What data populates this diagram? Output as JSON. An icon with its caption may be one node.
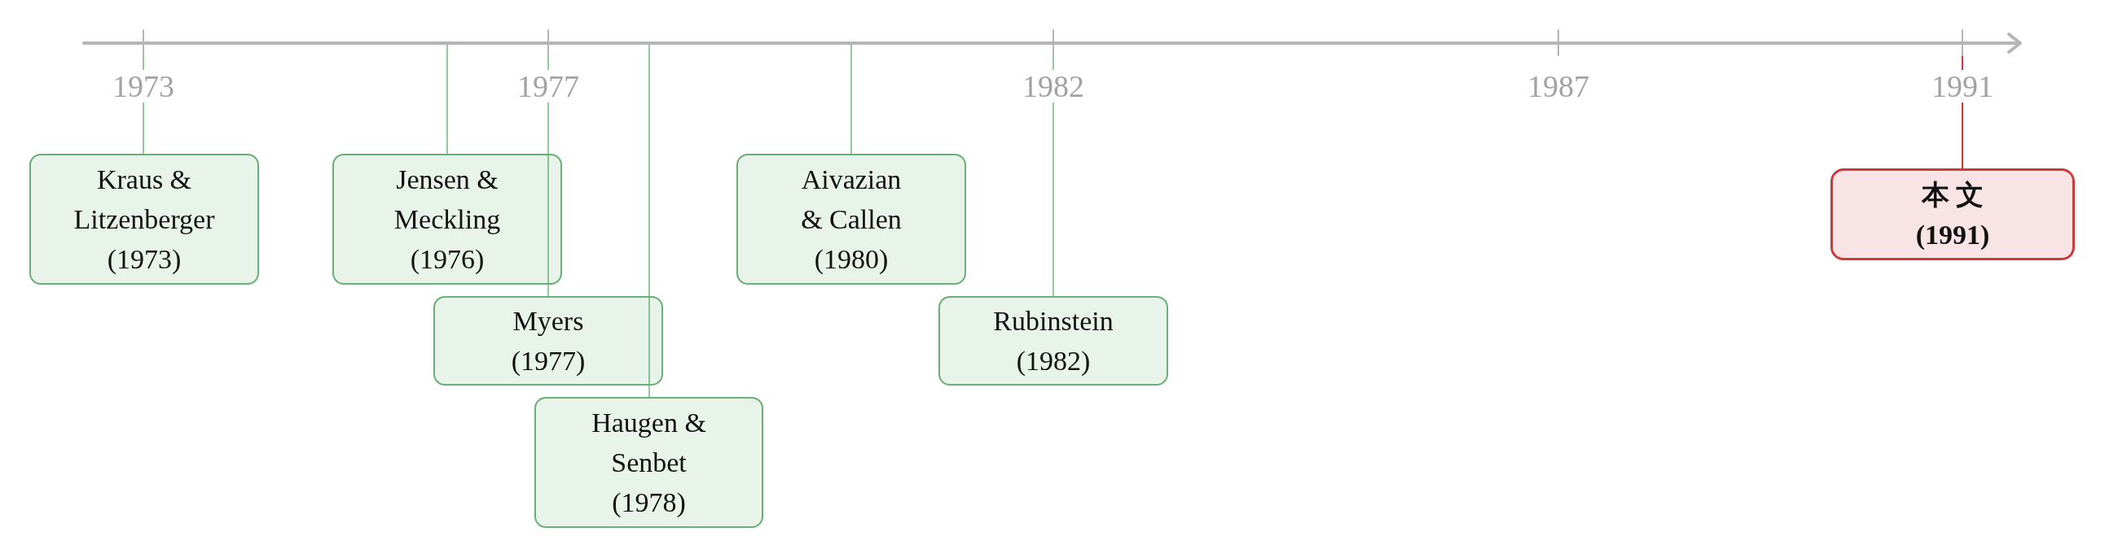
{
  "diagram": {
    "nodes": [
      {
        "text": [
          "Kraus & Litzenberger",
          "(1973)"
        ]
      },
      {
        "text": [
          "Jensen & Meckling",
          "(1976)"
        ]
      },
      {
        "text": [
          "Myers",
          "(1977)"
        ]
      },
      {
        "text": [
          "Haugen & Senbet",
          "(1978)"
        ]
      },
      {
        "text": [
          "Aivazian & Callen",
          "(1980)"
        ]
      },
      {
        "text": [
          "Rubinstein",
          "(1982)"
        ]
      },
      {
        "text": [
          "本 文",
          "(1991)"
        ]
      }
    ],
    "edges": [
      {
        "from": null,
        "to": 0,
        "arrow": "none"
      },
      {
        "from": null,
        "to": 1,
        "arrow": "none"
      },
      {
        "from": null,
        "to": 2,
        "arrow": "none"
      },
      {
        "from": null,
        "to": 3,
        "arrow": "none"
      },
      {
        "from": null,
        "to": 4,
        "arrow": "none"
      },
      {
        "from": null,
        "to": 5,
        "arrow": "none"
      },
      {
        "from": null,
        "to": 6,
        "arrow": "none",
        "color": "#d0393b"
      }
    ],
    "labels": [
      "1973",
      "1977",
      "1982",
      "1987",
      "1991"
    ]
  }
}
